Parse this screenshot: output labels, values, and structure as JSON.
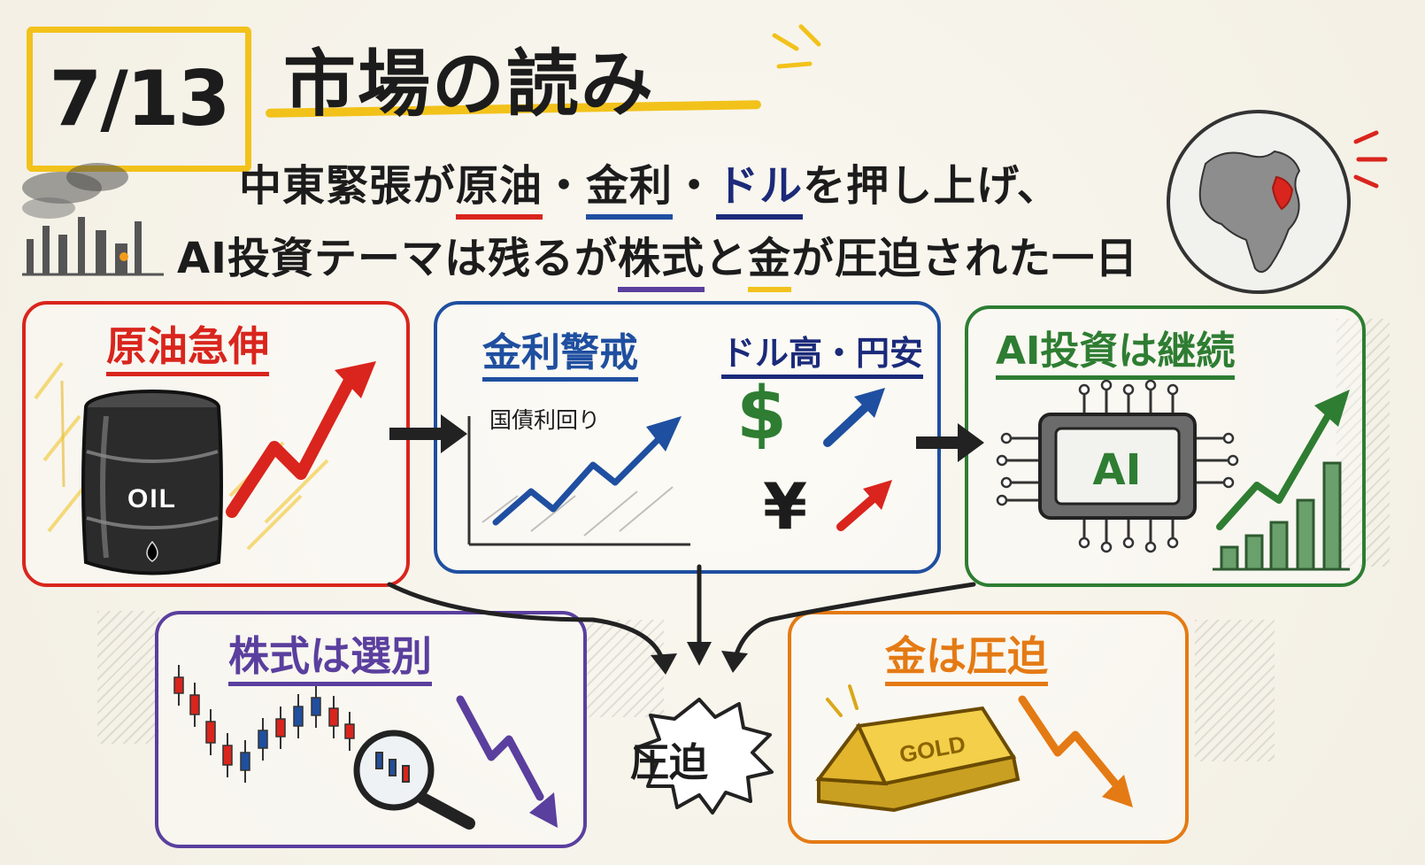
{
  "header": {
    "date": "7/13",
    "title": "市場の読み",
    "headline_line1": {
      "p1": "中東緊張が",
      "oil": "原油",
      "dot1": "・",
      "rate": "金利",
      "dot2": "・",
      "dollar": "ドル",
      "p2": "を押し上げ、"
    },
    "headline_line2": {
      "p1": "AI投資テーマは残るが",
      "stocks": "株式",
      "and": "と",
      "gold": "金",
      "p2": "が圧迫された一日"
    }
  },
  "panels": {
    "oil": {
      "title": "原油急伸",
      "barrel_label": "OIL"
    },
    "rates": {
      "title": "金利警戒",
      "chart_label": "国債利回り",
      "fx_title": "ドル高・円安",
      "dollar_symbol": "$",
      "yen_symbol": "¥"
    },
    "ai": {
      "title": "AI投資は継続",
      "chip_label": "AI"
    },
    "stocks": {
      "title": "株式は選別"
    },
    "gold": {
      "title": "金は圧迫",
      "bar_label": "GOLD"
    }
  },
  "center": {
    "pressure": "圧迫"
  },
  "colors": {
    "yellow": "#f2c21b",
    "red": "#d9251d",
    "blue": "#1f4fa0",
    "navy": "#1b2a7a",
    "green": "#2e7d32",
    "purple": "#5a3f9e",
    "orange": "#e47a14"
  }
}
